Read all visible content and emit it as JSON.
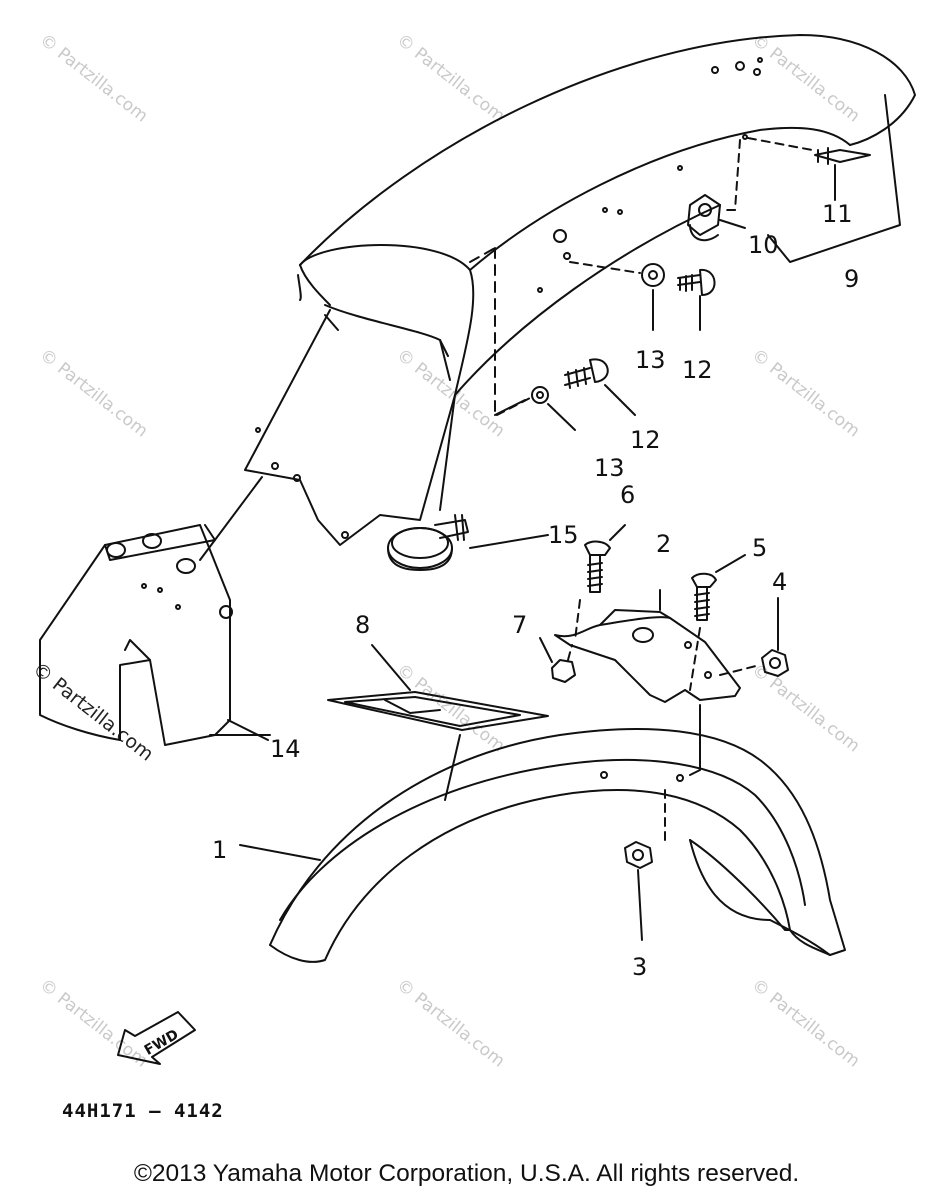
{
  "watermark": "© Partzilla.com",
  "fwd_label": "FWD",
  "diagram_code": "44H171 – 4142",
  "copyright": "©2013 Yamaha Motor Corporation, U.S.A. All rights reserved.",
  "parts": {
    "p1": "1",
    "p2": "2",
    "p3": "3",
    "p4": "4",
    "p5": "5",
    "p6": "6",
    "p7": "7",
    "p8": "8",
    "p9": "9",
    "p10": "10",
    "p11": "11",
    "p12a": "12",
    "p12b": "12",
    "p13a": "13",
    "p13b": "13",
    "p14": "14",
    "p15": "15"
  },
  "colors": {
    "line": "#111111",
    "watermark": "#c9c9c9"
  }
}
